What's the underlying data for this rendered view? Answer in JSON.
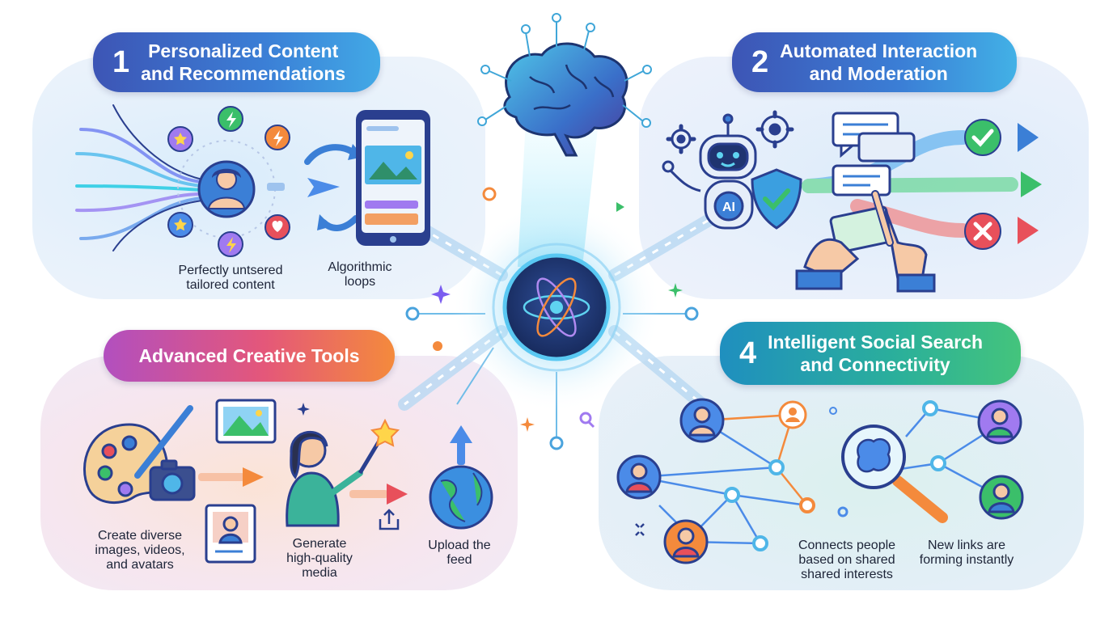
{
  "sections": [
    {
      "number": "1",
      "title_line1": "Personalized Content",
      "title_line2": "and Recommendations",
      "captions": [
        {
          "line1": "Perfectly untsered",
          "line2": "tailored content"
        },
        {
          "line1": "Algorithmic",
          "line2": "loops"
        }
      ]
    },
    {
      "number": "2",
      "title_line1": "Automated Interaction",
      "title_line2": "and Moderation",
      "captions": []
    },
    {
      "number": "",
      "title_line1": "Advanced Creative Tools",
      "title_line2": "",
      "captions": [
        {
          "line1": "Create diverse",
          "line2": "images, videos,",
          "line3": "and avatars"
        },
        {
          "line1": "Generate",
          "line2": "high-quality",
          "line3": "media"
        },
        {
          "line1": "Upload the",
          "line2": "feed"
        }
      ]
    },
    {
      "number": "4",
      "title_line1": "Intelligent Social Search",
      "title_line2": "and Connectivity",
      "captions": [
        {
          "line1": "Connects people",
          "line2": "based on shared",
          "line3": "shared interests"
        },
        {
          "line1": "New links are",
          "line2": "forming instantly"
        }
      ]
    }
  ],
  "robot_badge": "AI",
  "colors": {
    "navy": "#2a3f8f",
    "blue": "#3b7fd6",
    "cyan": "#5fd3f0",
    "orange": "#f48a3c",
    "pink": "#e4577a",
    "purple": "#b24fbf",
    "green": "#3bbf6a",
    "red": "#e8505b"
  }
}
